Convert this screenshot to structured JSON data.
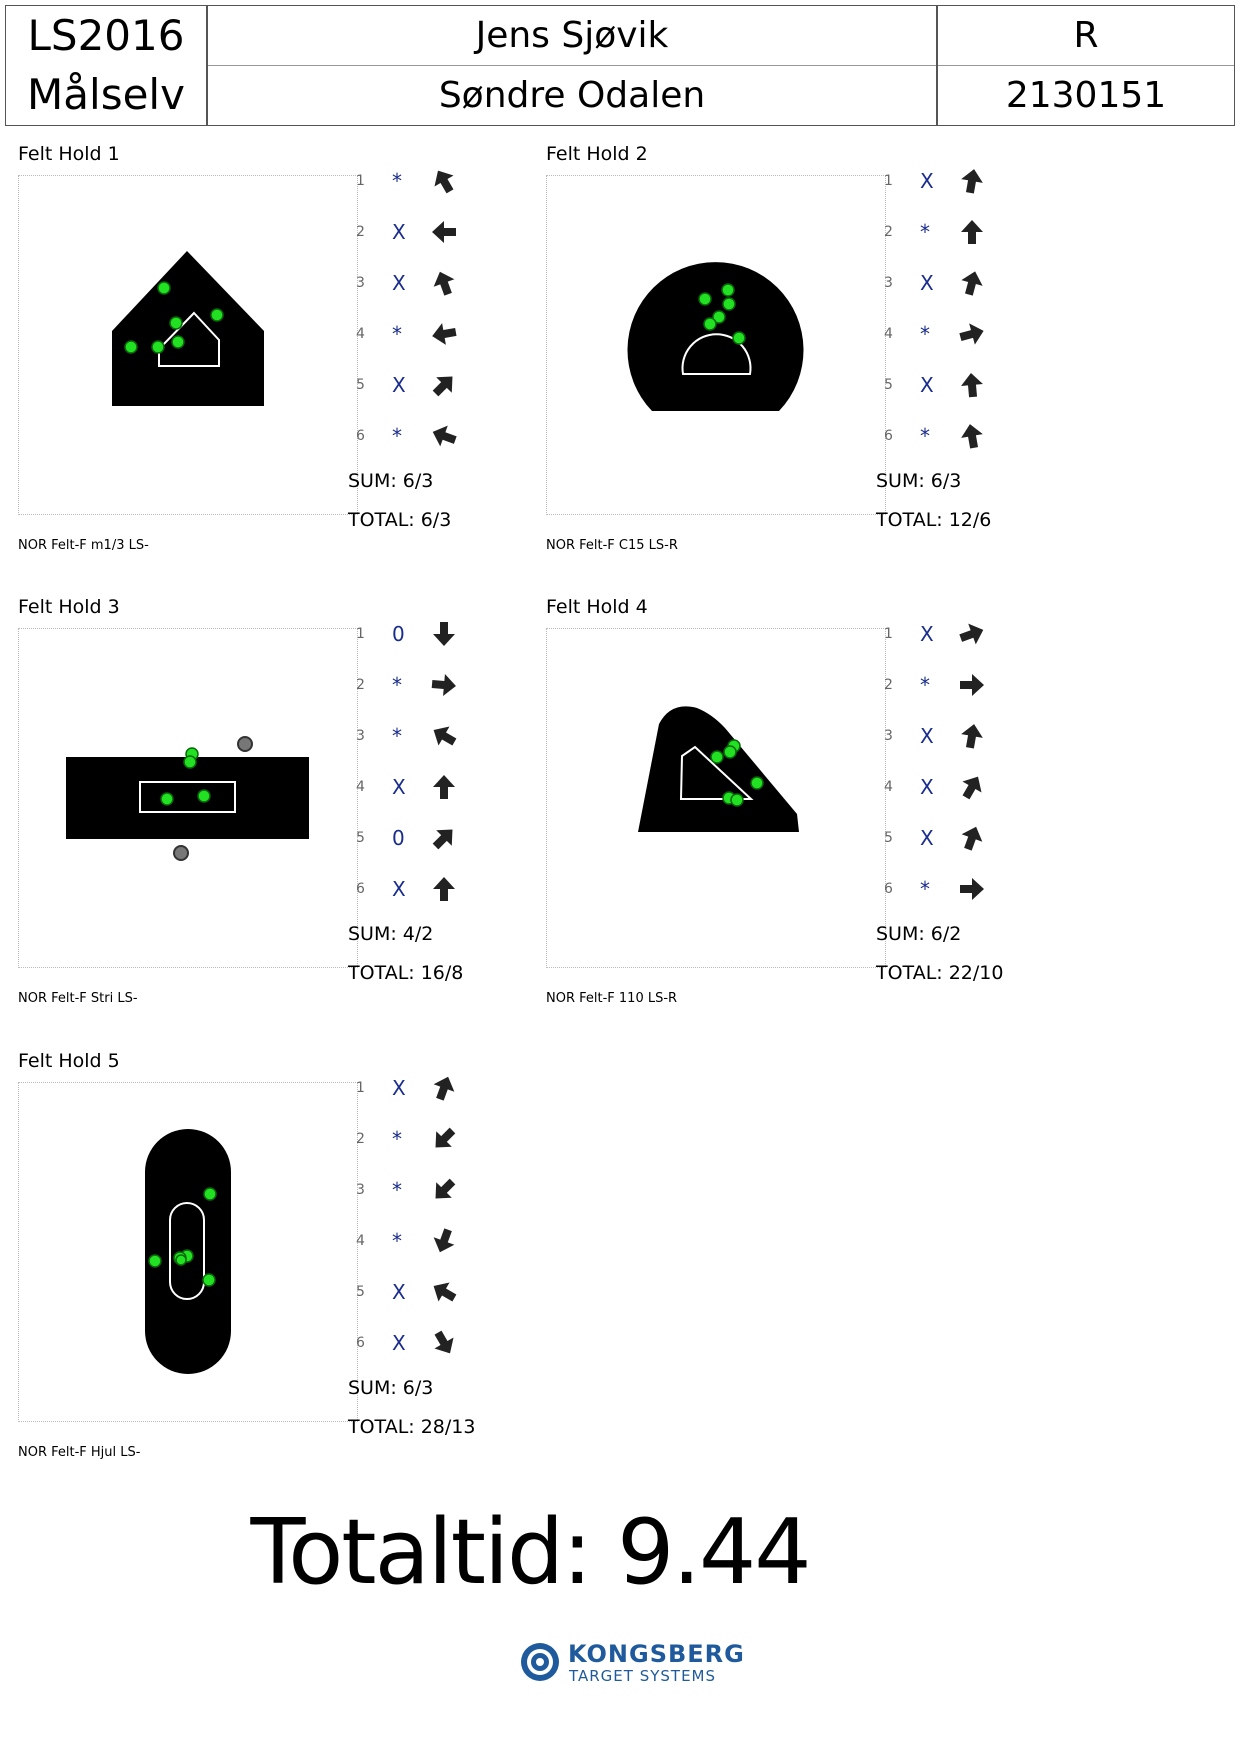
{
  "header": {
    "event": "LS2016",
    "location": "Målselv",
    "name": "Jens Sjøvik",
    "club": "Søndre Odalen",
    "class": "R",
    "id": "2130151"
  },
  "holds": [
    {
      "title": "Felt Hold 1",
      "target_type": "NOR Felt-F m1/3 LS-",
      "sum": "SUM: 6/3",
      "total": "TOTAL: 6/3",
      "shots": [
        {
          "n": "1",
          "v": "*",
          "dir": 330
        },
        {
          "n": "2",
          "v": "X",
          "dir": 270
        },
        {
          "n": "3",
          "v": "X",
          "dir": 340
        },
        {
          "n": "4",
          "v": "*",
          "dir": 260
        },
        {
          "n": "5",
          "v": "X",
          "dir": 45
        },
        {
          "n": "6",
          "v": "*",
          "dir": 290
        }
      ]
    },
    {
      "title": "Felt Hold 2",
      "target_type": "NOR Felt-F C15 LS-R",
      "sum": "SUM: 6/3",
      "total": "TOTAL: 12/6",
      "shots": [
        {
          "n": "1",
          "v": "X",
          "dir": 10
        },
        {
          "n": "2",
          "v": "*",
          "dir": 0
        },
        {
          "n": "3",
          "v": "X",
          "dir": 15
        },
        {
          "n": "4",
          "v": "*",
          "dir": 75
        },
        {
          "n": "5",
          "v": "X",
          "dir": 355
        },
        {
          "n": "6",
          "v": "*",
          "dir": 350
        }
      ]
    },
    {
      "title": "Felt Hold 3",
      "target_type": "NOR Felt-F Stri LS-",
      "sum": "SUM: 4/2",
      "total": "TOTAL: 16/8",
      "shots": [
        {
          "n": "1",
          "v": "0",
          "dir": 180
        },
        {
          "n": "2",
          "v": "*",
          "dir": 95
        },
        {
          "n": "3",
          "v": "*",
          "dir": 300
        },
        {
          "n": "4",
          "v": "X",
          "dir": 0
        },
        {
          "n": "5",
          "v": "0",
          "dir": 45
        },
        {
          "n": "6",
          "v": "X",
          "dir": 0
        }
      ]
    },
    {
      "title": "Felt Hold 4",
      "target_type": "NOR Felt-F 110 LS-R",
      "sum": "SUM: 6/2",
      "total": "TOTAL: 22/10",
      "shots": [
        {
          "n": "1",
          "v": "X",
          "dir": 70
        },
        {
          "n": "2",
          "v": "*",
          "dir": 90
        },
        {
          "n": "3",
          "v": "X",
          "dir": 10
        },
        {
          "n": "4",
          "v": "X",
          "dir": 30
        },
        {
          "n": "5",
          "v": "X",
          "dir": 20
        },
        {
          "n": "6",
          "v": "*",
          "dir": 90
        }
      ]
    },
    {
      "title": "Felt Hold 5",
      "target_type": "NOR Felt-F Hjul LS-",
      "sum": "SUM: 6/3",
      "total": "TOTAL: 28/13",
      "shots": [
        {
          "n": "1",
          "v": "X",
          "dir": 20
        },
        {
          "n": "2",
          "v": "*",
          "dir": 225
        },
        {
          "n": "3",
          "v": "*",
          "dir": 225
        },
        {
          "n": "4",
          "v": "*",
          "dir": 200
        },
        {
          "n": "5",
          "v": "X",
          "dir": 300
        },
        {
          "n": "6",
          "v": "X",
          "dir": 150
        }
      ]
    }
  ],
  "totaltid": "Totaltid: 9.44",
  "logo": {
    "line1": "KONGSBERG",
    "line2": "TARGET SYSTEMS"
  },
  "colors": {
    "hit": "#22e022",
    "miss": "#555555",
    "score": "#1a2d8c",
    "brand": "#1f5a9c"
  }
}
